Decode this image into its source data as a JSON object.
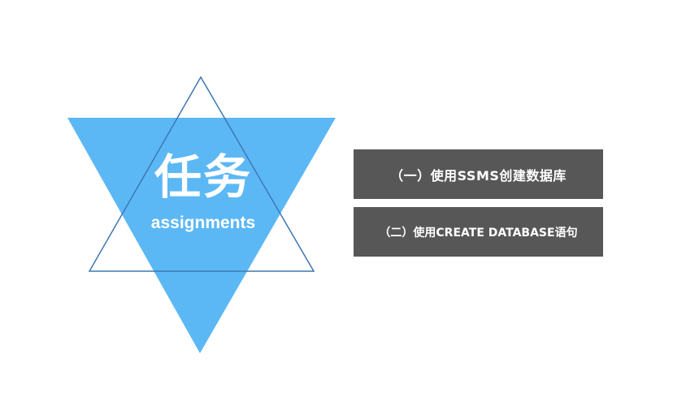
{
  "slide": {
    "title_cn": "任务",
    "title_en": "assignments",
    "accent_color": "#5cb8f5",
    "outline_color": "#3c78b4"
  },
  "tasks": [
    {
      "label": "（一）使用SSMS创建数据库"
    },
    {
      "label": "（二）使用CREATE DATABASE语句"
    }
  ]
}
